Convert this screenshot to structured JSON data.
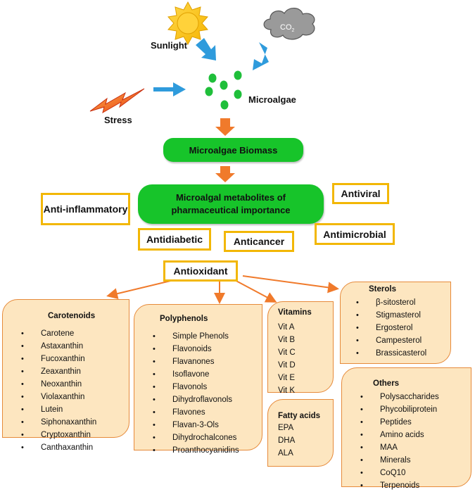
{
  "inputs": {
    "sunlight": "Sunlight",
    "co2": "CO",
    "co2_sub": "2",
    "stress": "Stress",
    "microalgae": "Microalgae"
  },
  "biomass": "Microalgae Biomass",
  "metabolites": "Microalgal metabolites of pharmaceutical importance",
  "activities": {
    "anti_inflammatory": "Anti-inflammatory",
    "antiviral": "Antiviral",
    "antidiabetic": "Antidiabetic",
    "anticancer": "Anticancer",
    "antimicrobial": "Antimicrobial",
    "antioxidant": "Antioxidant"
  },
  "categories": {
    "carotenoids": {
      "title": "Carotenoids",
      "items": [
        "Carotene",
        "Astaxanthin",
        "Fucoxanthin",
        "Zeaxanthin",
        "Neoxanthin",
        "Violaxanthin",
        "Lutein",
        "Siphonaxanthin",
        "Cryptoxanthin",
        "Canthaxanthin"
      ]
    },
    "polyphenols": {
      "title": "Polyphenols",
      "items": [
        "Simple Phenols",
        "Flavonoids",
        "Flavanones",
        "Isoflavone",
        "Flavonols",
        "Dihydroflavonols",
        "Flavones",
        "Flavan-3-Ols",
        "Dihydrochalcones",
        "Proanthocyanidins"
      ]
    },
    "vitamins": {
      "title": "Vitamins",
      "items": [
        "Vit A",
        "Vit B",
        "Vit C",
        "Vit D",
        "Vit E",
        "Vit K"
      ]
    },
    "sterols": {
      "title": "Sterols",
      "items": [
        "β-sitosterol",
        "Stigmasterol",
        "Ergosterol",
        "Campesterol",
        "Brassicasterol"
      ]
    },
    "fatty_acids": {
      "title": "Fatty acids",
      "items": [
        "EPA",
        "DHA",
        "ALA"
      ]
    },
    "others": {
      "title": "Others",
      "items": [
        "Polysaccharides",
        "Phycobiliprotein",
        "Peptides",
        "Amino acids",
        "MAA",
        "Minerals",
        "CoQ10",
        "Terpenoids"
      ]
    }
  },
  "colors": {
    "green": "#17c42a",
    "yellow_border": "#f2b705",
    "orange_arrow": "#f07a2b",
    "blue_arrow": "#2f9bdc",
    "card_fill": "#fde6c0",
    "card_border": "#e68a3a"
  }
}
